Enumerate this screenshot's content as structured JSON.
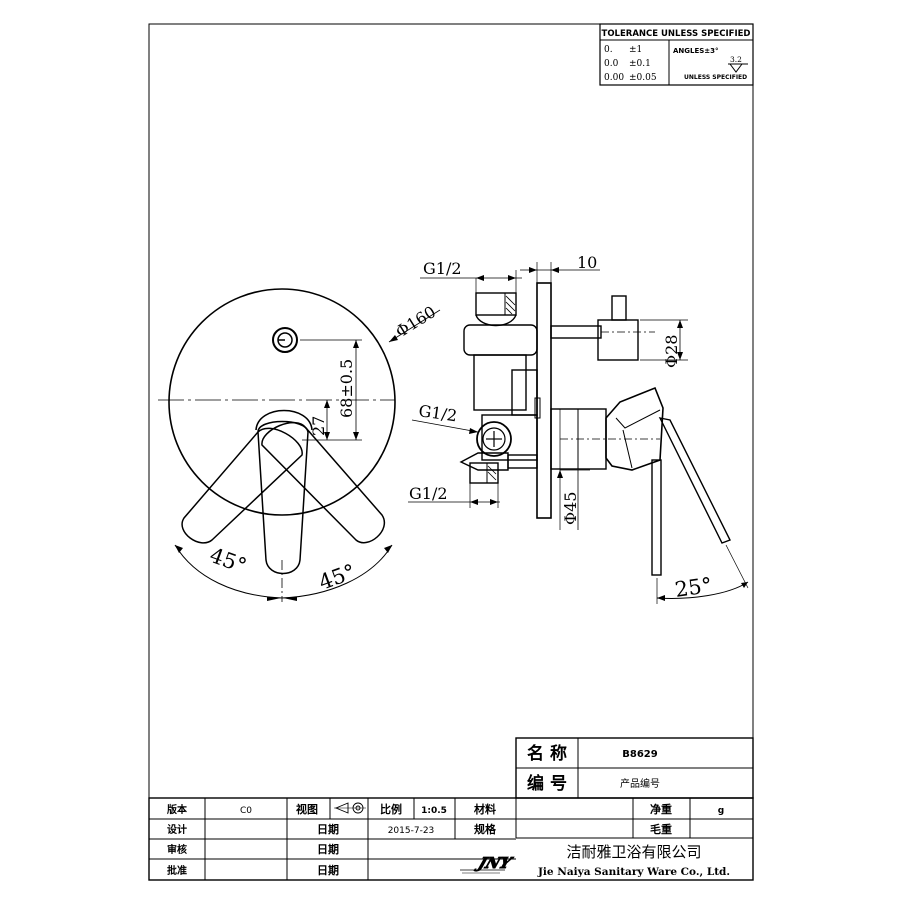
{
  "tolerance": {
    "header": "TOLERANCE UNLESS SPECIFIED",
    "rows": [
      {
        "prec": "0.",
        "tol": "±1"
      },
      {
        "prec": "0.0",
        "tol": "±0.1"
      },
      {
        "prec": "0.00",
        "tol": "±0.05"
      }
    ],
    "angles": "ANGLES±3°",
    "roughness": "3.2",
    "roughness_note": "UNLESS SPECIFIED"
  },
  "dimensions": {
    "g_top": "G1/2",
    "g_mid": "G1/2",
    "g_bot": "G1/2",
    "d10": "10",
    "d160": "Φ160",
    "d68": "68±0.5",
    "d27": "27",
    "d28": "Φ28",
    "d45": "Φ45",
    "a45_left": "45°",
    "a45_right": "45°",
    "a25": "25°"
  },
  "product": {
    "name_label": "名 称",
    "name_value": "B8629",
    "code_label": "编 号",
    "code_value": "产品编号"
  },
  "title_block": {
    "version_label": "版本",
    "version_value": "C0",
    "view_label": "视图",
    "scale_label": "比例",
    "scale_value": "1:0.5",
    "material_label": "材料",
    "net_weight_label": "净重",
    "weight_unit": "g",
    "design_label": "设计",
    "date_label_1": "日期",
    "date_value": "2015-7-23",
    "spec_label": "规格",
    "gross_weight_label": "毛重",
    "review_label": "审核",
    "date_label_2": "日期",
    "approve_label": "批准",
    "date_label_3": "日期",
    "logo_text": "JNY",
    "company_cn": "洁耐雅卫浴有限公司",
    "company_en": "Jie Naiya Sanitary Ware Co., Ltd."
  }
}
